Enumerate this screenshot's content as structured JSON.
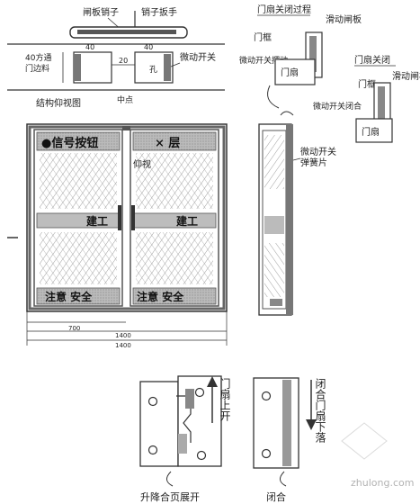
{
  "top_section": {
    "label_latch_pin": "闸板销子",
    "label_pin_wrench": "销子扳手",
    "dim_40_a": "40",
    "dim_40_b": "40",
    "dim_20": "20",
    "label_frame_material_1": "40方通",
    "label_frame_material_2": "门边料",
    "label_hole": "孔",
    "label_micro_switch": "微动开关",
    "label_structure_view": "结构仰视图",
    "label_midpoint": "中点"
  },
  "right_top": {
    "label_opening_process": "门扇关闭过程",
    "label_frame": "门框",
    "label_slide_plate": "滑动闸板",
    "label_switch_swing": "微动开关摆动",
    "label_door_leaf": "门扇",
    "label_closed": "门扇关闭",
    "label_frame_2": "门框",
    "label_slide_plate_2": "滑动闸板",
    "label_switch_closed": "微动开关闭合",
    "label_door_leaf_2": "门扇"
  },
  "door_panel": {
    "left_top_text": "●信号按钮",
    "right_top_text": "×  层",
    "label_bottom_view": "仰视",
    "band_left": "建工",
    "band_right": "建工",
    "bottom_left": "注意 安全",
    "bottom_right": "注意 安全",
    "dim_700": "700",
    "dim_1400_a": "1400",
    "dim_1400_b": "1400"
  },
  "side_view": {
    "label_switch_spring": "微动开关",
    "label_spring_piece": "弹簧片"
  },
  "hinge_section": {
    "label_open_arrow": "门扇上开",
    "label_close_arrow": "闭合门扇下落",
    "caption_open": "升降合页展开",
    "caption_close": "闭合",
    "watermark": "zhulong.com"
  }
}
